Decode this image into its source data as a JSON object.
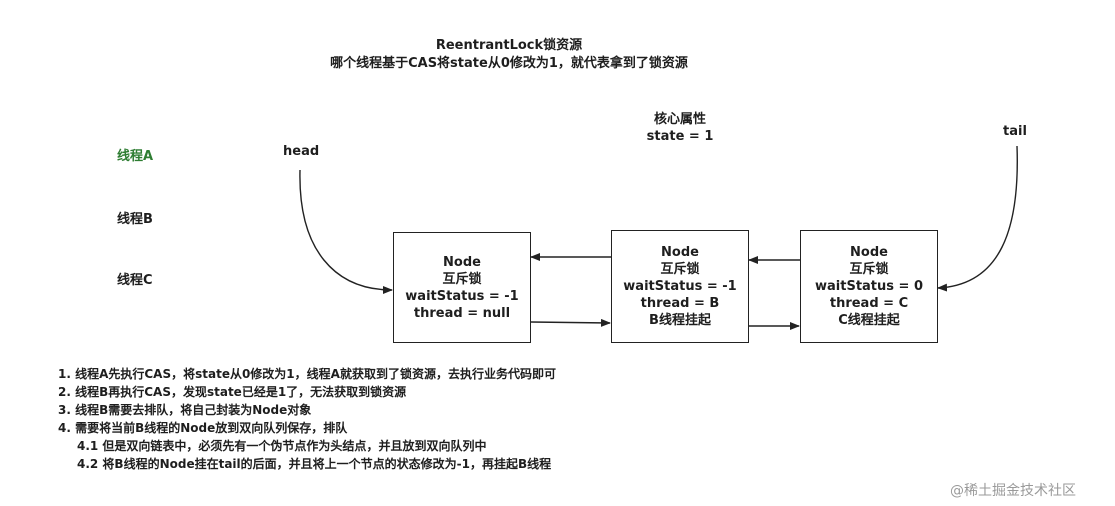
{
  "title": {
    "line1": "ReentrantLock锁资源",
    "line2": "哪个线程基于CAS将state从0修改为1，就代表拿到了锁资源"
  },
  "core": {
    "label": "核心属性",
    "state": "state = 1"
  },
  "threads": [
    {
      "label": "线程A",
      "color": "#2e7d32"
    },
    {
      "label": "线程B",
      "color": "#1e1e1e"
    },
    {
      "label": "线程C",
      "color": "#1e1e1e"
    }
  ],
  "pointers": {
    "head": "head",
    "tail": "tail"
  },
  "nodes": [
    {
      "title": "Node",
      "type": "互斥锁",
      "wait": "waitStatus = -1",
      "thread": "thread = null",
      "extra": ""
    },
    {
      "title": "Node",
      "type": "互斥锁",
      "wait": "waitStatus = -1",
      "thread": "thread = B",
      "extra": "B线程挂起"
    },
    {
      "title": "Node",
      "type": "互斥锁",
      "wait": "waitStatus = 0",
      "thread": "thread = C",
      "extra": "C线程挂起"
    }
  ],
  "steps": [
    "1. 线程A先执行CAS，将state从0修改为1，线程A就获取到了锁资源，去执行业务代码即可",
    "2. 线程B再执行CAS，发现state已经是1了，无法获取到锁资源",
    "3. 线程B需要去排队，将自己封装为Node对象",
    "4. 需要将当前B线程的Node放到双向队列保存，排队",
    "4.1 但是双向链表中，必须先有一个伪节点作为头结点，并且放到双向队列中",
    "4.2 将B线程的Node挂在tail的后面，并且将上一个节点的状态修改为-1，再挂起B线程"
  ],
  "watermark": "@稀土掘金技术社区"
}
